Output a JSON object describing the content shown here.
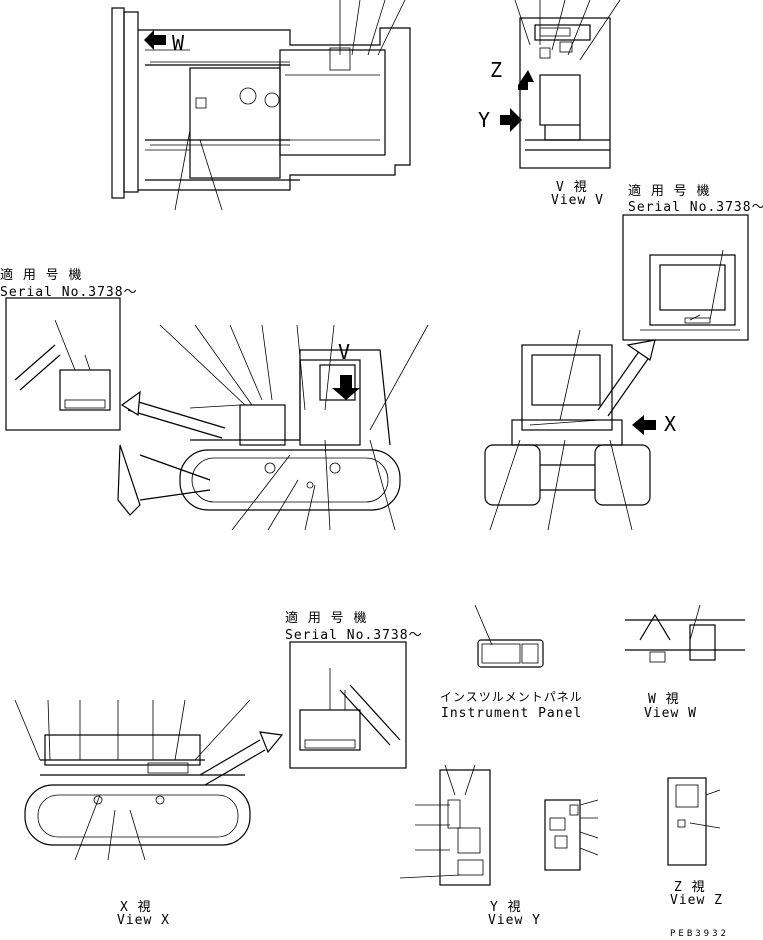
{
  "labels": {
    "view_v_jp": "V 視",
    "view_v_en": "View V",
    "view_w_jp": "W 視",
    "view_w_en": "View W",
    "view_x_jp": "X 視",
    "view_x_en": "View X",
    "view_y_jp": "Y 視",
    "view_y_en": "View Y",
    "view_z_jp": "Z 視",
    "view_z_en": "View Z",
    "serial_jp_1": "適 用 号 機",
    "serial_en_1": "Serial No.3738～",
    "serial_jp_2": "適 用 号 機",
    "serial_en_2": "Serial No.3738～",
    "serial_jp_3": "適 用 号 機",
    "serial_en_3": "Serial No.3738～",
    "instrument_jp": "インスツルメントパネル",
    "instrument_en": "Instrument Panel",
    "arrow_w": "W",
    "arrow_v": "V",
    "arrow_x": "X",
    "arrow_y": "Y",
    "arrow_z": "Z",
    "drawing_no": "PEB3932"
  }
}
